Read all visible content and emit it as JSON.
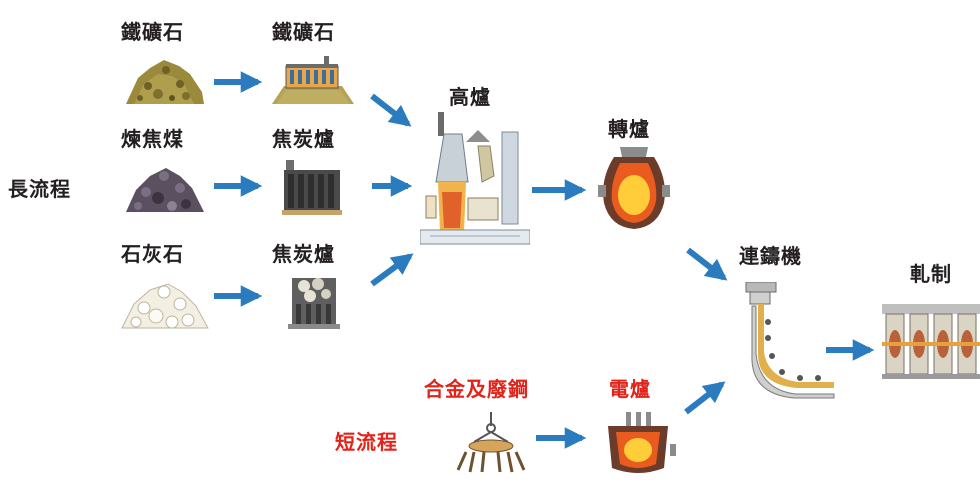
{
  "colors": {
    "arrow": "#2b7bbf",
    "label": "#231f20",
    "highlight": "#e2231a"
  },
  "labels": {
    "long_process": "長流程",
    "short_process": "短流程",
    "iron_ore_raw": "鐵礦石",
    "iron_ore_processed": "鐵礦石",
    "coking_coal": "煉焦煤",
    "coke_oven_1": "焦炭爐",
    "limestone": "石灰石",
    "coke_oven_2": "焦炭爐",
    "blast_furnace": "高爐",
    "converter": "轉爐",
    "continuous_caster": "連鑄機",
    "rolling": "軋制",
    "alloy_scrap": "合金及廢鋼",
    "electric_furnace": "電爐"
  }
}
